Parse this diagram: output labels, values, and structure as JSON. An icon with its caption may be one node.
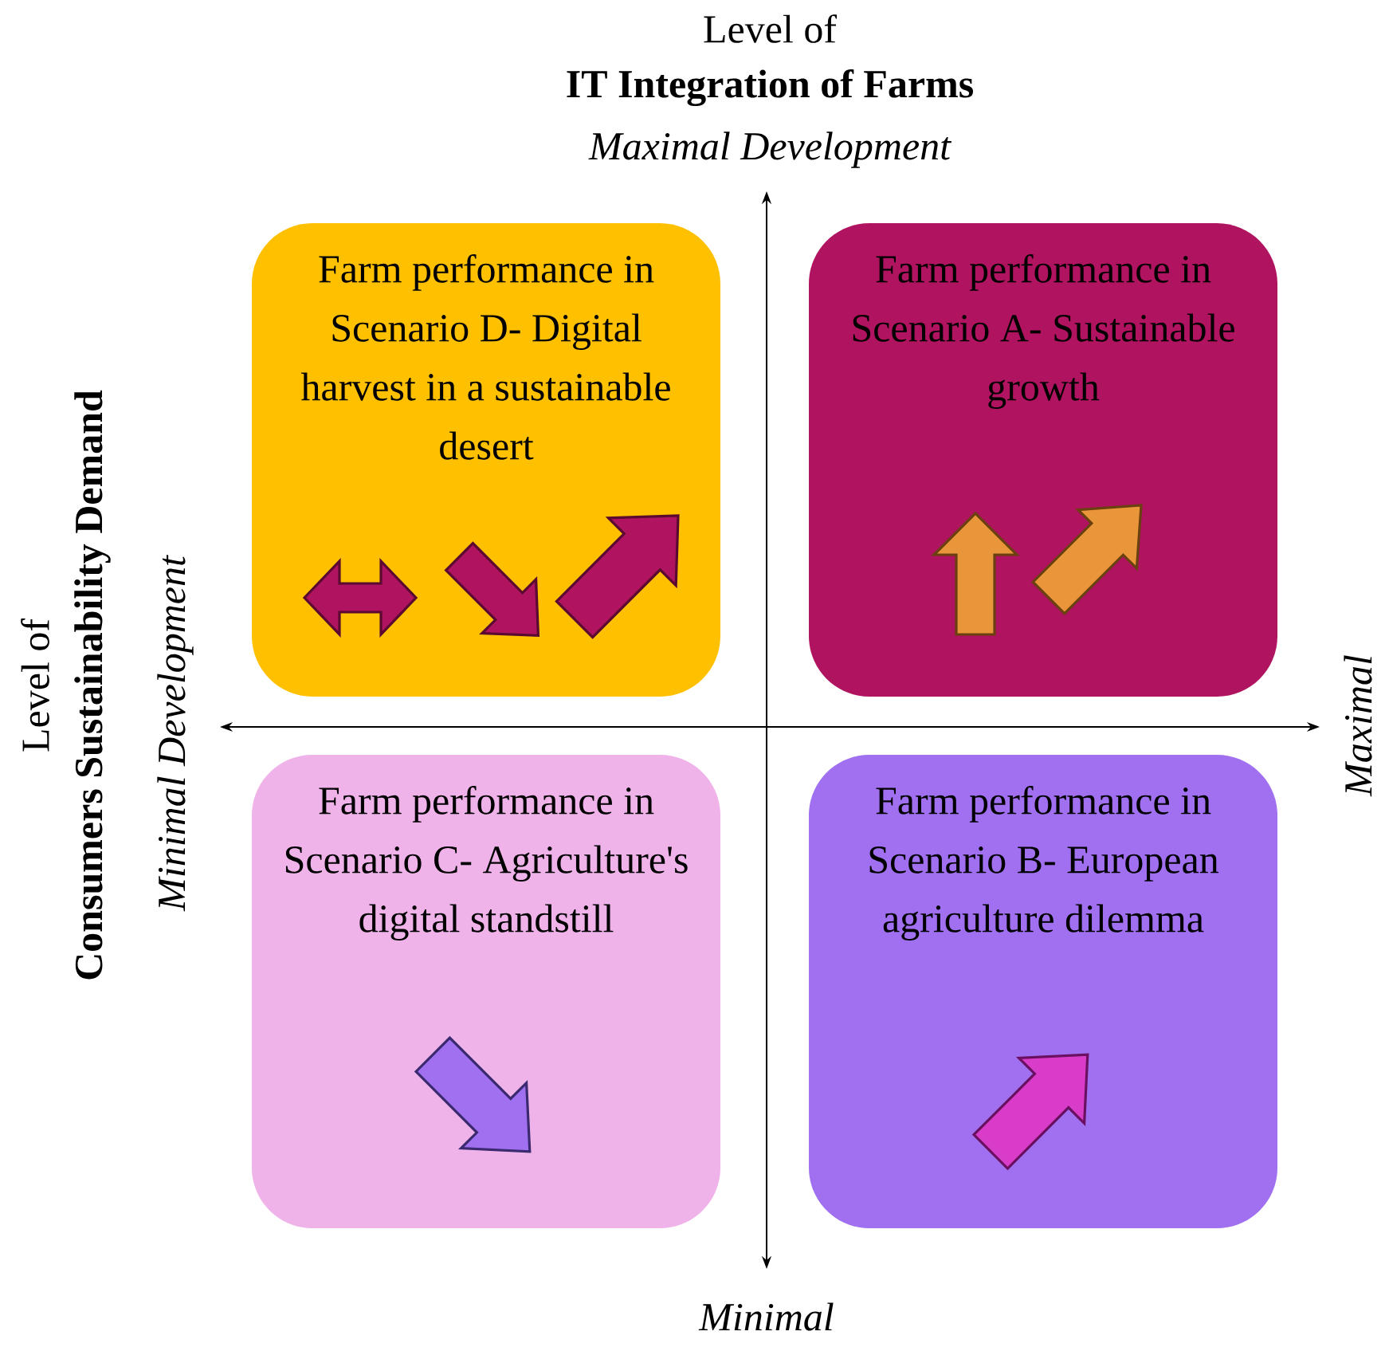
{
  "diagram": {
    "nodes": [
      {
        "text": [
          "Farm performance in Scenario D- Digital harvest in a sustainable desert"
        ]
      },
      {
        "text": [
          "Farm performance in Scenario A- Sustainable growth"
        ]
      },
      {
        "text": [
          "Farm performance in Scenario C- Agriculture's digital standstill"
        ]
      },
      {
        "text": [
          "Farm performance in Scenario B- European agriculture dilemma"
        ]
      }
    ],
    "labels": [
      "Level of",
      "IT Integration of Farms",
      "Maximal Development",
      "Level of",
      "Consumers Sustainability Demand",
      "Minimal Development",
      "Maximal",
      "Minimal"
    ]
  }
}
